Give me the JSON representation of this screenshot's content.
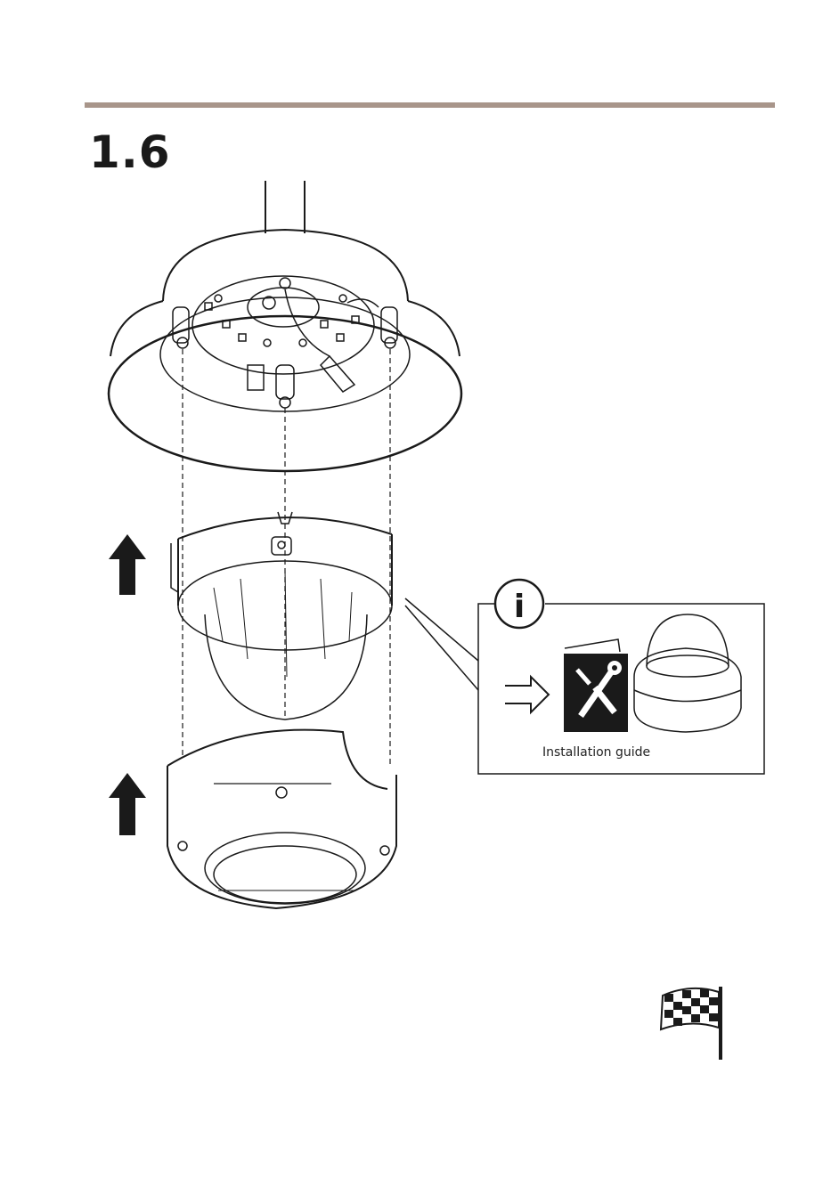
{
  "page": {
    "step_number": "1.6",
    "rule_color": "#a8958a"
  },
  "info_box": {
    "icon": "info-icon",
    "symbol": "i",
    "caption": "Installation guide",
    "arrow_icon": "arrow-right-icon",
    "book_icon": "tools-manual-icon",
    "product_icon": "dome-camera-icon"
  },
  "illustration": {
    "arrow_icons": [
      "arrow-up-icon",
      "arrow-up-icon"
    ],
    "finish_icon": "checkered-flag-icon"
  }
}
